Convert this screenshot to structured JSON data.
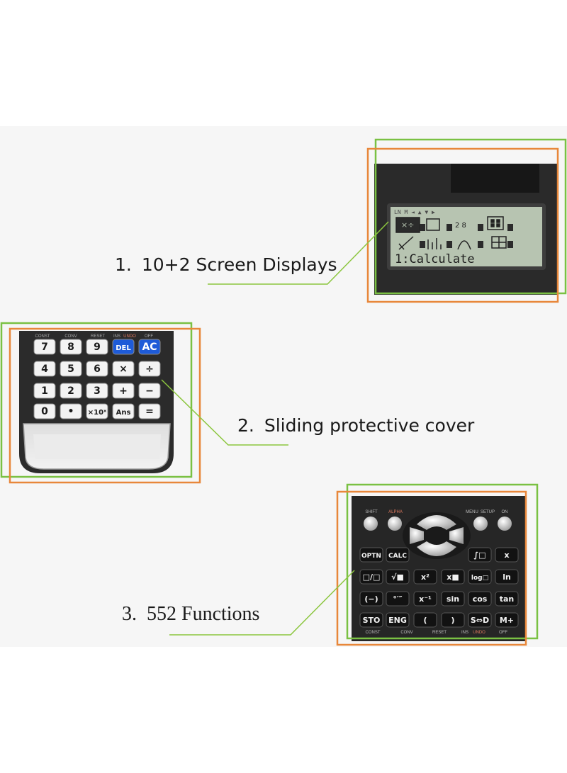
{
  "features": [
    {
      "number": "1.",
      "text": "10+2 Screen Displays"
    },
    {
      "number": "2.",
      "text": "Sliding protective cover"
    },
    {
      "number": "3.",
      "text": "552 Functions"
    }
  ],
  "screen": {
    "status": "LN M ◄ ▲ ▼ ▶",
    "menu_line": "1:Calculate"
  },
  "keypad_top_labels": [
    "CONST",
    "CONV",
    "RESET",
    "INS",
    "UNDO",
    "OFF"
  ],
  "keypad_rows": [
    [
      "7",
      "8",
      "9",
      "DEL",
      "AC"
    ],
    [
      "4",
      "5",
      "6",
      "×",
      "÷"
    ],
    [
      "1",
      "2",
      "3",
      "+",
      "−"
    ],
    [
      "0",
      "•",
      "×10ˣ",
      "Ans",
      "="
    ]
  ],
  "function_top_labels": [
    "SHIFT",
    "ALPHA",
    "MENU",
    "SETUP",
    "ON"
  ],
  "function_rows": [
    [
      "OPTN",
      "CALC",
      "",
      "",
      "∫□",
      "x"
    ],
    [
      "□/□",
      "√■",
      "x²",
      "x■",
      "log□",
      "ln"
    ],
    [
      "(−)",
      "°′″",
      "x⁻¹",
      "sin",
      "cos",
      "tan"
    ],
    [
      "STO",
      "ENG",
      "(",
      ")",
      "S⇔D",
      "M+"
    ]
  ],
  "function_bottom_labels": [
    "CONST",
    "CONV",
    "RESET",
    "INS",
    "UNDO",
    "OFF"
  ],
  "colors": {
    "green_frame": "#7ac143",
    "orange_frame": "#e8873a",
    "callout_line": "#8cc63f",
    "lcd": "#b7c4b1",
    "blue_key": "#1e5bd8"
  }
}
